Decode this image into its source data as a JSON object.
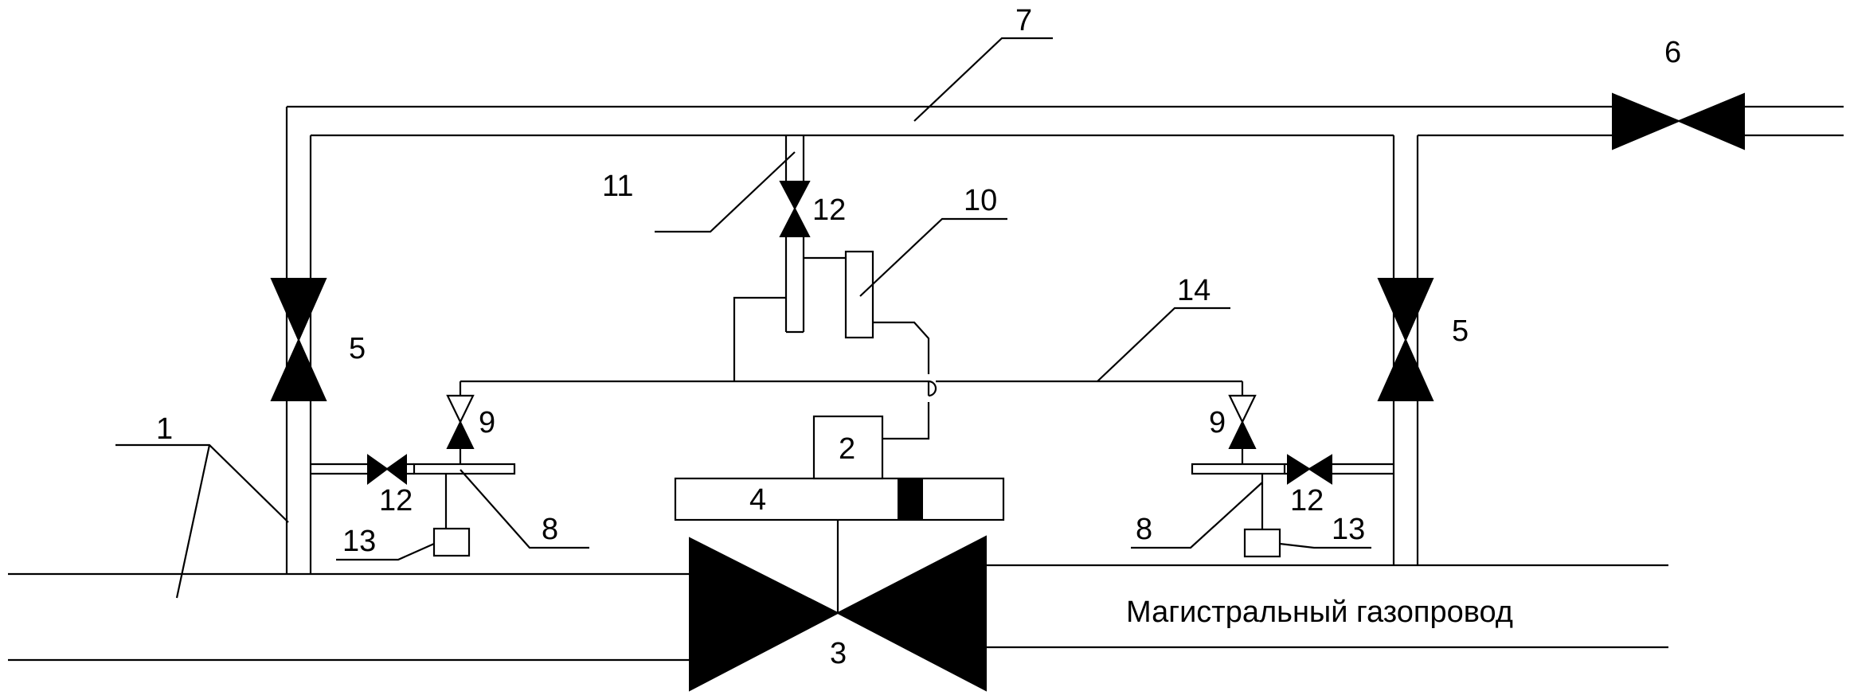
{
  "caption": "Магистральный газопровод",
  "labels": {
    "n1": "1",
    "n2": "2",
    "n3": "3",
    "n4": "4",
    "n5_left": "5",
    "n5_right": "5",
    "n6": "6",
    "n7": "7",
    "n8_left": "8",
    "n8_right": "8",
    "n9_left": "9",
    "n9_right": "9",
    "n10": "10",
    "n11": "11",
    "n12_top": "12",
    "n12_left": "12",
    "n12_right": "12",
    "n13_left": "13",
    "n13_right": "13",
    "n14": "14"
  }
}
